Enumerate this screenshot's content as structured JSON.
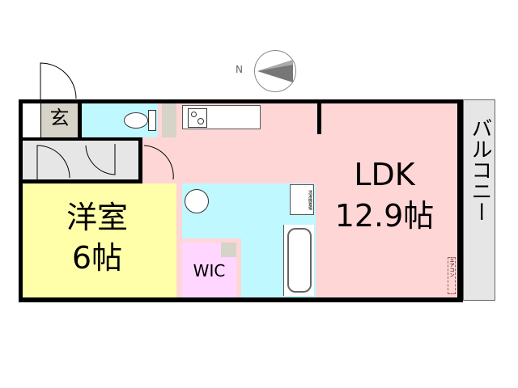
{
  "compass": {
    "label": "N"
  },
  "rooms": {
    "entrance": {
      "label": "玄"
    },
    "western": {
      "name": "洋室",
      "size": "6帖"
    },
    "ldk": {
      "name": "LDK",
      "size": "12.9帖"
    },
    "wic": {
      "label": "WIC"
    },
    "balcony": {
      "label": "バルコニー"
    },
    "washer": {
      "label": "洗濯機置場"
    },
    "aircon": {
      "label": "エアコン"
    }
  },
  "colors": {
    "ldk": "#ffd6d6",
    "western": "#ffffaa",
    "wet": "#bff8ff",
    "wic": "#ffd6ff",
    "hall": "#e6e6e6",
    "storage": "#d6d3c8"
  }
}
